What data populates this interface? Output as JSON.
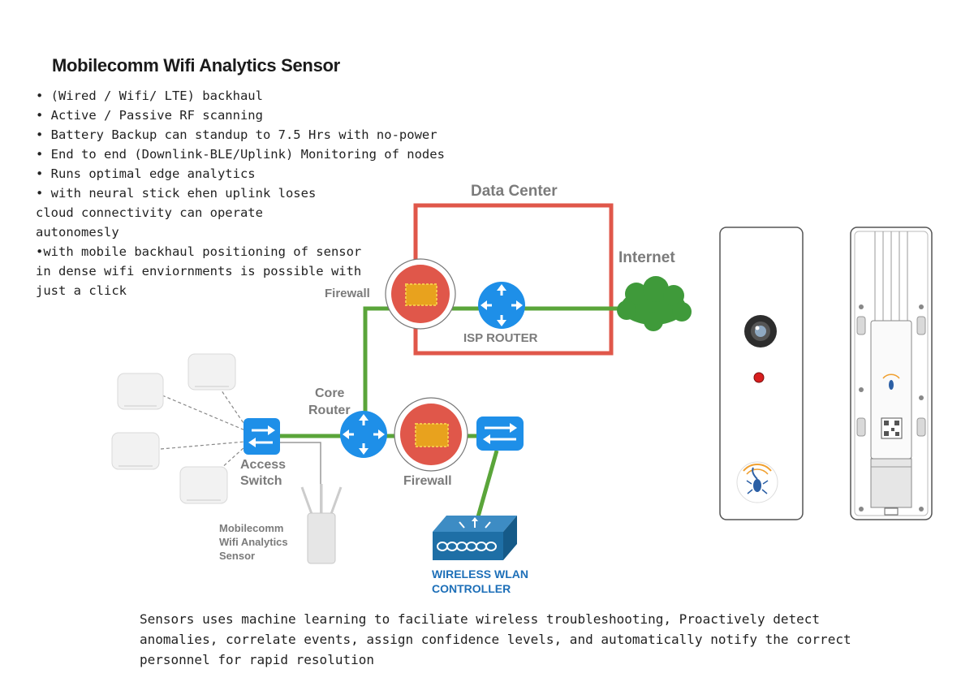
{
  "title": "Mobilecomm Wifi Analytics Sensor",
  "features": [
    "• (Wired / Wifi/ LTE) backhaul",
    "• Active / Passive RF scanning",
    "• Battery Backup can standup to 7.5 Hrs with no-power",
    "• End to end (Downlink-BLE/Uplink) Monitoring of nodes",
    "• Runs optimal edge analytics",
    "• with neural stick ehen uplink loses cloud connectivity can operate autonomesly",
    "•with mobile backhaul positioning of sensor in dense wifi enviornments is possible with just a click"
  ],
  "diagram": {
    "data_center": "Data Center",
    "internet": "Internet",
    "firewall_top": "Firewall",
    "isp_router": "ISP ROUTER",
    "core_router_line1": "Core",
    "core_router_line2": "Router",
    "firewall_bottom": "Firewall",
    "access_switch_line1": "Access",
    "access_switch_line2": "Switch",
    "sensor_line1": "Mobilecomm",
    "sensor_line2": "Wifi Analytics",
    "sensor_line3": "Sensor",
    "wlan_line1": "WIRELESS WLAN",
    "wlan_line2": "CONTROLLER"
  },
  "caption": "Sensors uses machine learning to faciliate wireless troubleshooting, Proactively detect anomalies, correlate events, assign confidence levels, and automatically notify the correct personnel for rapid resolution",
  "colors": {
    "link_green": "#5aa53a",
    "data_center_border": "#e0574a",
    "firewall_red": "#e0574a",
    "router_blue": "#1e8fe8",
    "cloud_green": "#3f9a3a",
    "wlan_blue": "#1e6fa6"
  },
  "icons": [
    "firewall-icon",
    "router-icon",
    "switch-icon",
    "cloud-icon",
    "access-point-icon",
    "wlan-controller-icon",
    "camera-icon",
    "scorpion-logo-icon",
    "qr-code-icon"
  ]
}
